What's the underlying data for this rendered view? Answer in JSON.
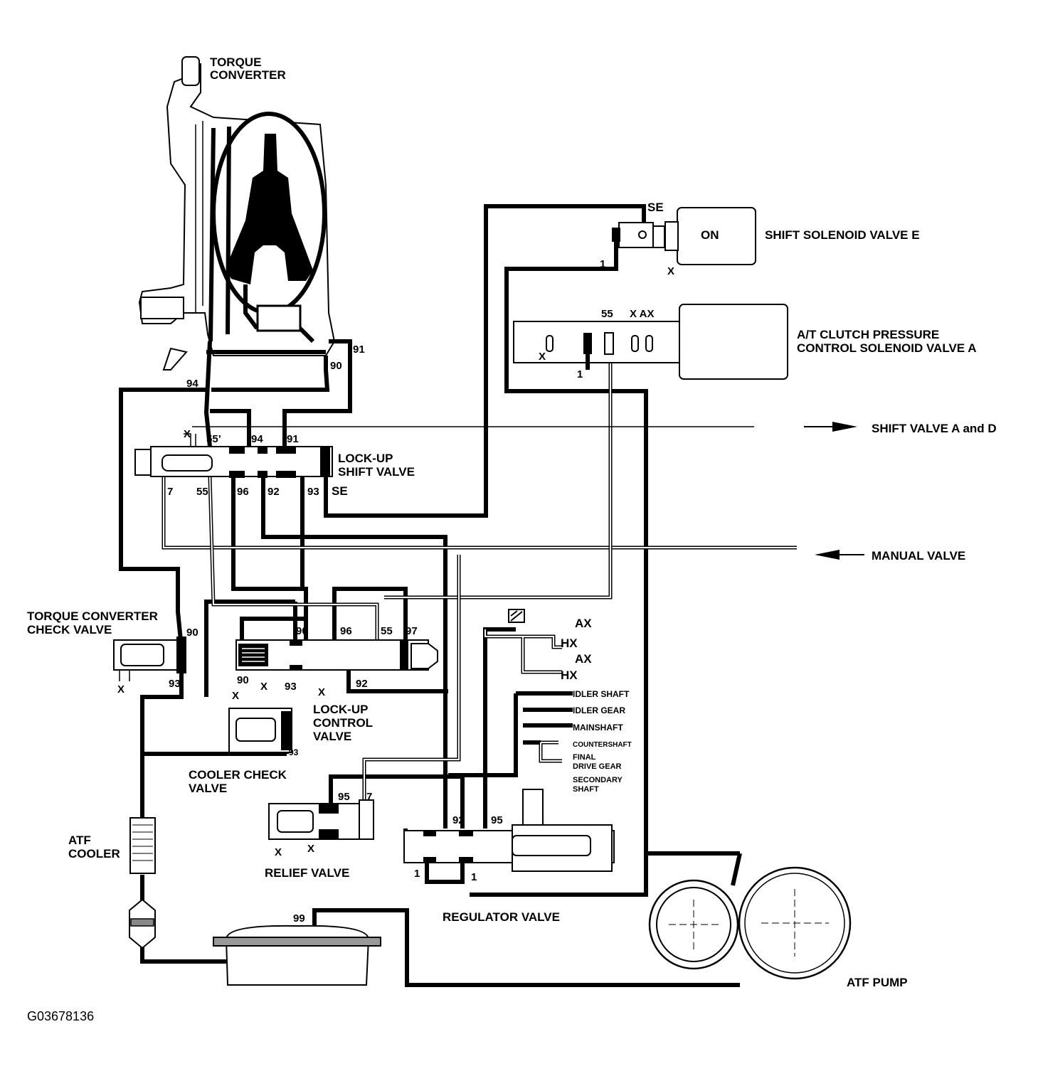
{
  "diagram": {
    "figure_id": "G03678136",
    "components": {
      "torque_converter": "TORQUE\nCONVERTER",
      "shift_solenoid_valve_e": "SHIFT SOLENOID VALVE E",
      "solenoid_state": "ON",
      "clutch_pressure_solenoid": "A/T CLUTCH PRESSURE\nCONTROL SOLENOID VALVE A",
      "lockup_shift_valve": "LOCK-UP\nSHIFT VALVE",
      "torque_converter_check_valve": "TORQUE CONVERTER\nCHECK VALVE",
      "lockup_control_valve": "LOCK-UP\nCONTROL\nVALVE",
      "cooler_check_valve": "COOLER CHECK\nVALVE",
      "relief_valve": "RELIEF VALVE",
      "atf_cooler": "ATF\nCOOLER",
      "regulator_valve": "REGULATOR VALVE",
      "atf_pump": "ATF PUMP"
    },
    "external_lines": {
      "shift_valve": "SHIFT VALVE A and D",
      "manual_valve": "MANUAL VALVE"
    },
    "lubrication_points": [
      "IDLER SHAFT",
      "IDLER GEAR",
      "MAINSHAFT",
      "COUNTERSHAFT",
      "FINAL\nDRIVE GEAR",
      "SECONDARY\nSHAFT"
    ],
    "exhaust_labels": [
      "AX",
      "HX",
      "AX",
      "HX"
    ],
    "port_labels": {
      "p91_top": "91",
      "p90_top": "90",
      "p94_top": "94",
      "x_shift": "X",
      "p55p": "55’",
      "p94": "94",
      "p91": "91",
      "p7": "7",
      "p55": "55",
      "p96": "96",
      "p92": "92",
      "p93": "93",
      "se": "SE",
      "se_top": "SE",
      "one_sol": "1",
      "x_sol": "X",
      "p55_sol": "55",
      "x_ax": "X AX",
      "x_clutch": "X",
      "one_clutch": "1",
      "p90_tc": "90",
      "p93_tc": "93",
      "x_tc": "X",
      "p90_lc": "90",
      "p96_lc": "96",
      "p55_lc": "55",
      "p97_lc": "97",
      "p90_lcb": "90",
      "x_lcb": "X",
      "p93_lcb": "93",
      "x_lcb2": "X",
      "p92_lcb": "92",
      "x_cooler": "X",
      "p93_cooler": "93",
      "p95_rel": "95",
      "p7_rel": "7",
      "x_rel1": "X",
      "x_rel2": "X",
      "p92_reg": "92",
      "p95_reg": "95",
      "one_reg1": "1",
      "one_reg2": "1",
      "p99": "99"
    }
  }
}
